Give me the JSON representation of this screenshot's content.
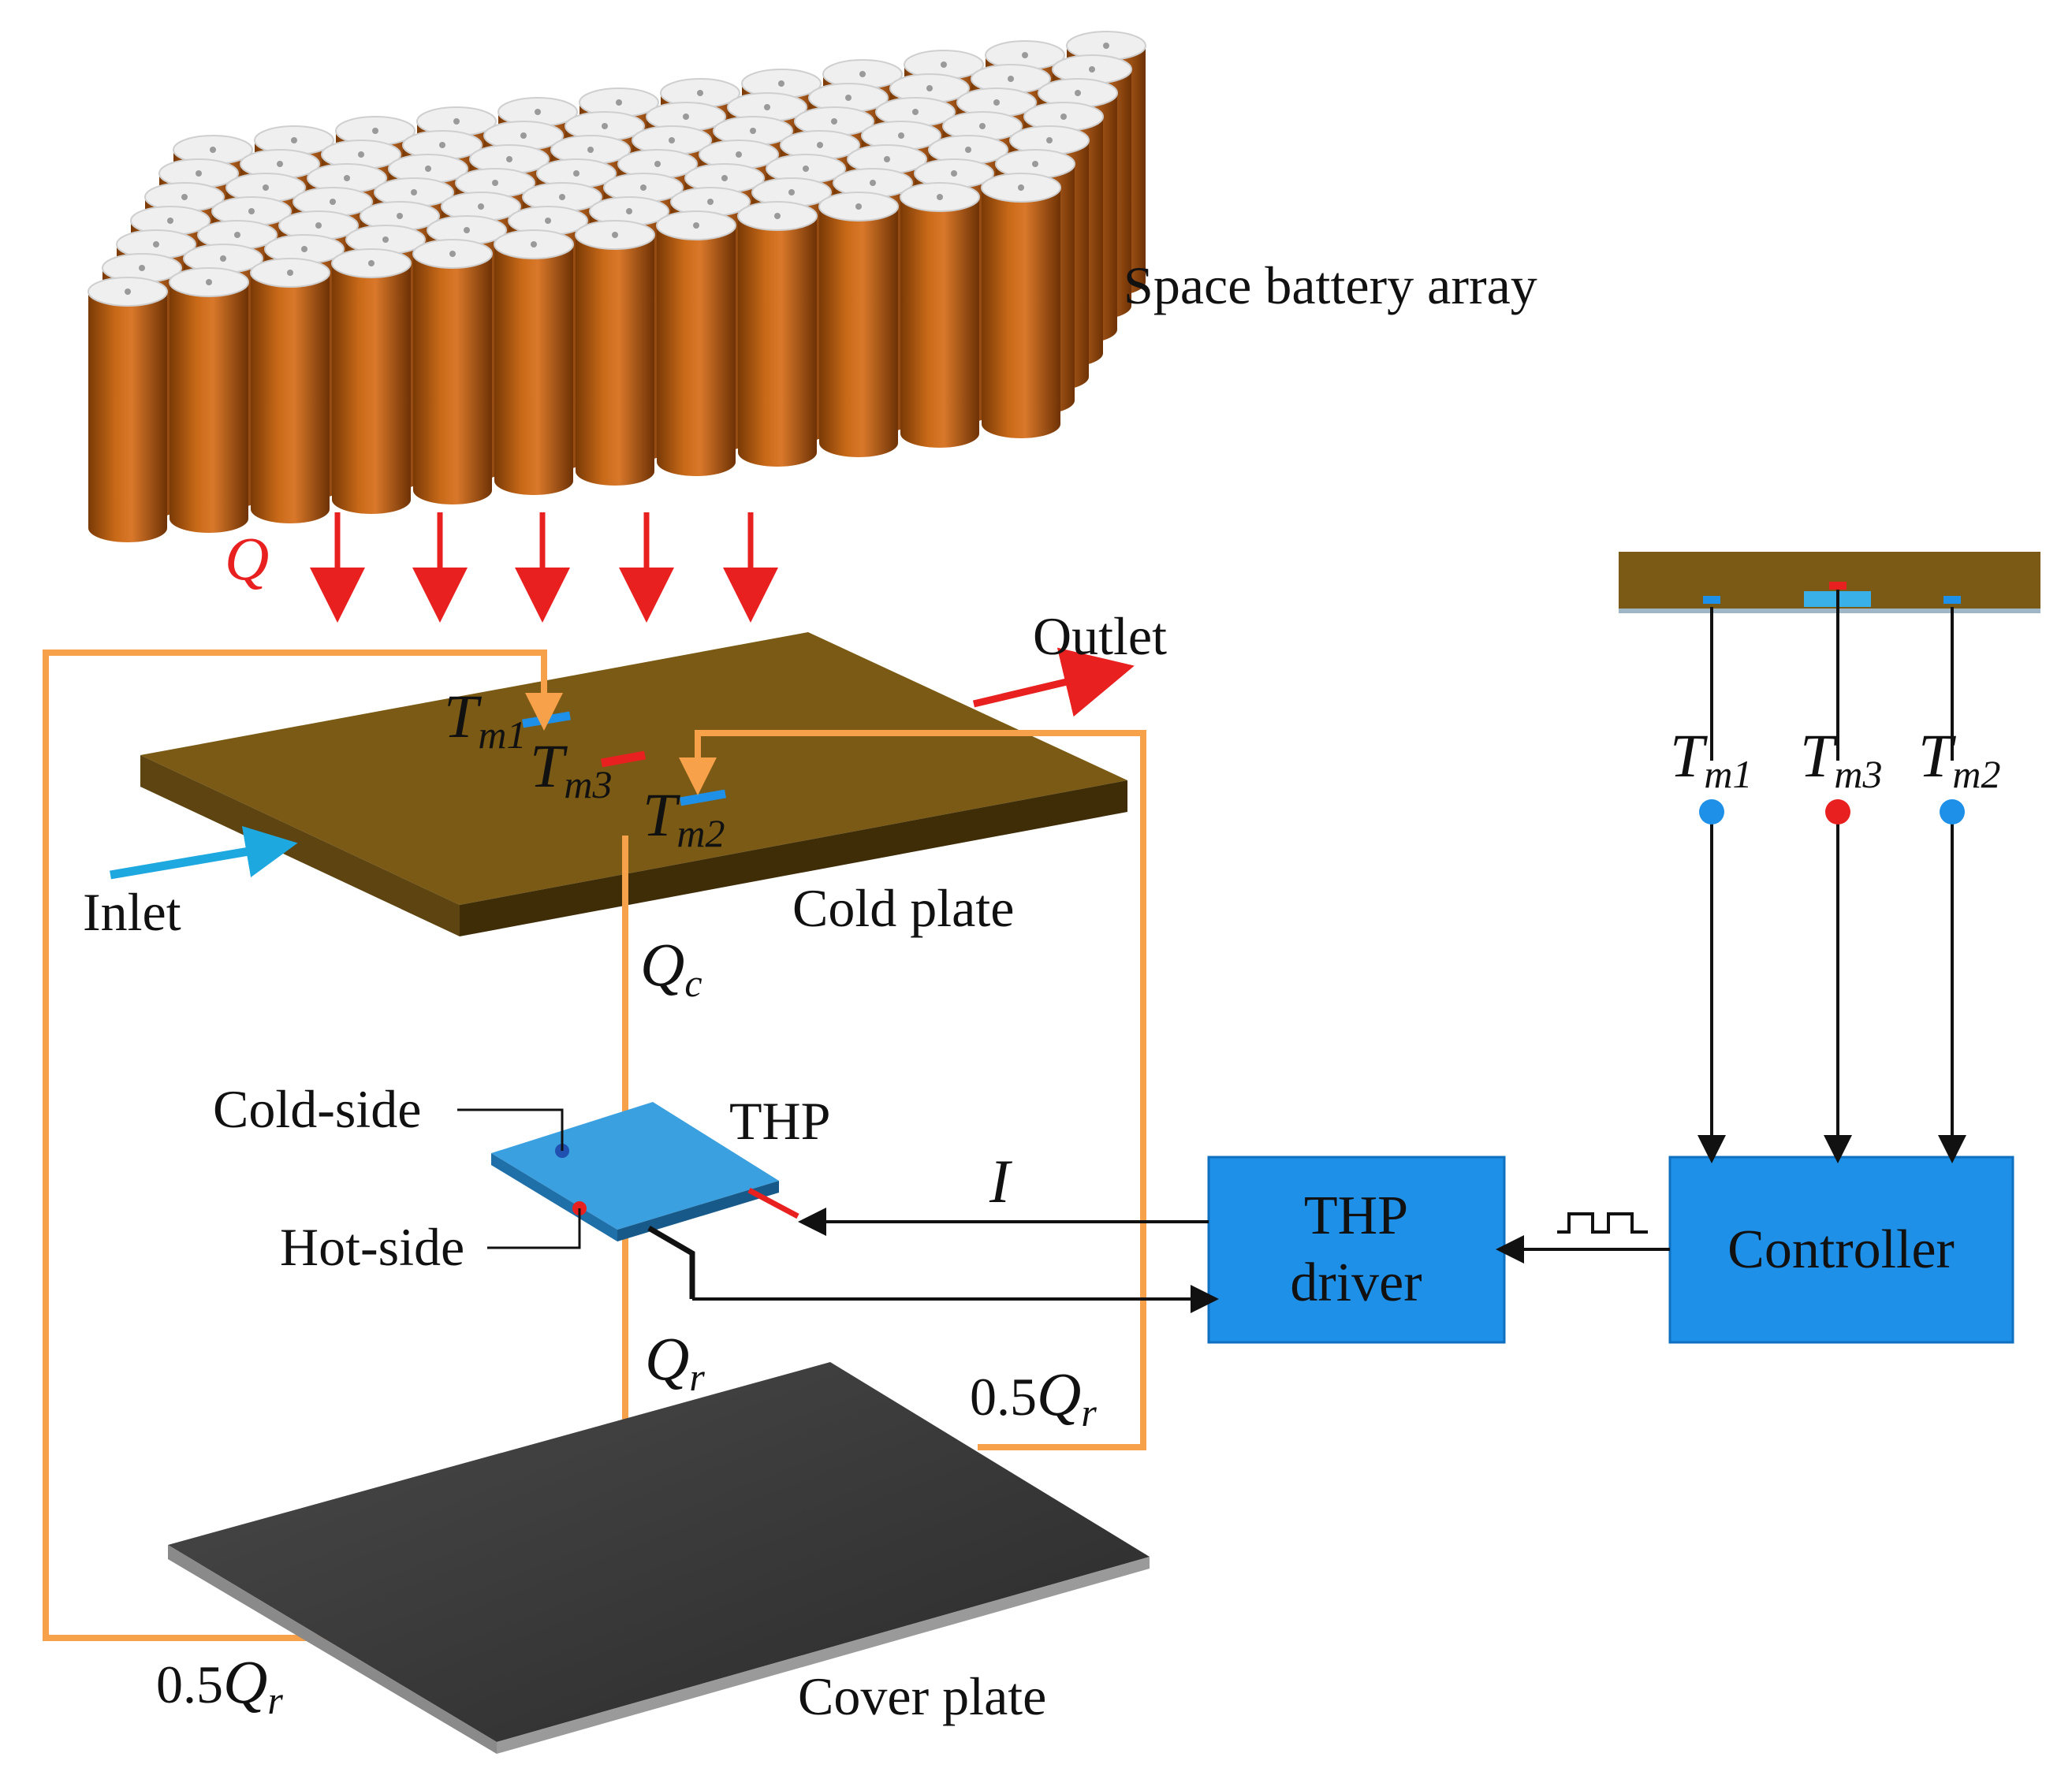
{
  "labels": {
    "battery_array": "Space battery array",
    "heat_q": "Q",
    "outlet": "Outlet",
    "inlet": "Inlet",
    "cold_plate": "Cold plate",
    "qc_main": "Q",
    "qc_sub": "c",
    "thp": "THP",
    "cold_side": "Cold-side",
    "hot_side": "Hot-side",
    "current": "I",
    "qr_main": "Q",
    "qr_sub": "r",
    "half_qr_right_prefix": "0.5",
    "half_qr_left_prefix": "0.5",
    "cover_plate": "Cover plate",
    "tm_main": "T",
    "tm1_sub": "m1",
    "tm2_sub": "m2",
    "tm3_sub": "m3"
  },
  "blocks": {
    "driver_line1": "THP",
    "driver_line2": "driver",
    "controller": "Controller"
  },
  "colors": {
    "battery": "#B4580F",
    "battery_top": "#EFEFEF",
    "cold_plate_top": "#7A5A14",
    "cold_plate_side": "#4A360A",
    "cover_plate": "#3A3A3A",
    "thp": "#3AA0E0",
    "heat_path": "#F7A14B",
    "arrow_red": "#E82020",
    "arrow_blue": "#1EA8E0",
    "block_fill": "#1E90E8",
    "sensor_blue": "#1E90E8",
    "sensor_red": "#E82020"
  },
  "icons": {
    "pwm_signal": "square-wave-icon"
  }
}
